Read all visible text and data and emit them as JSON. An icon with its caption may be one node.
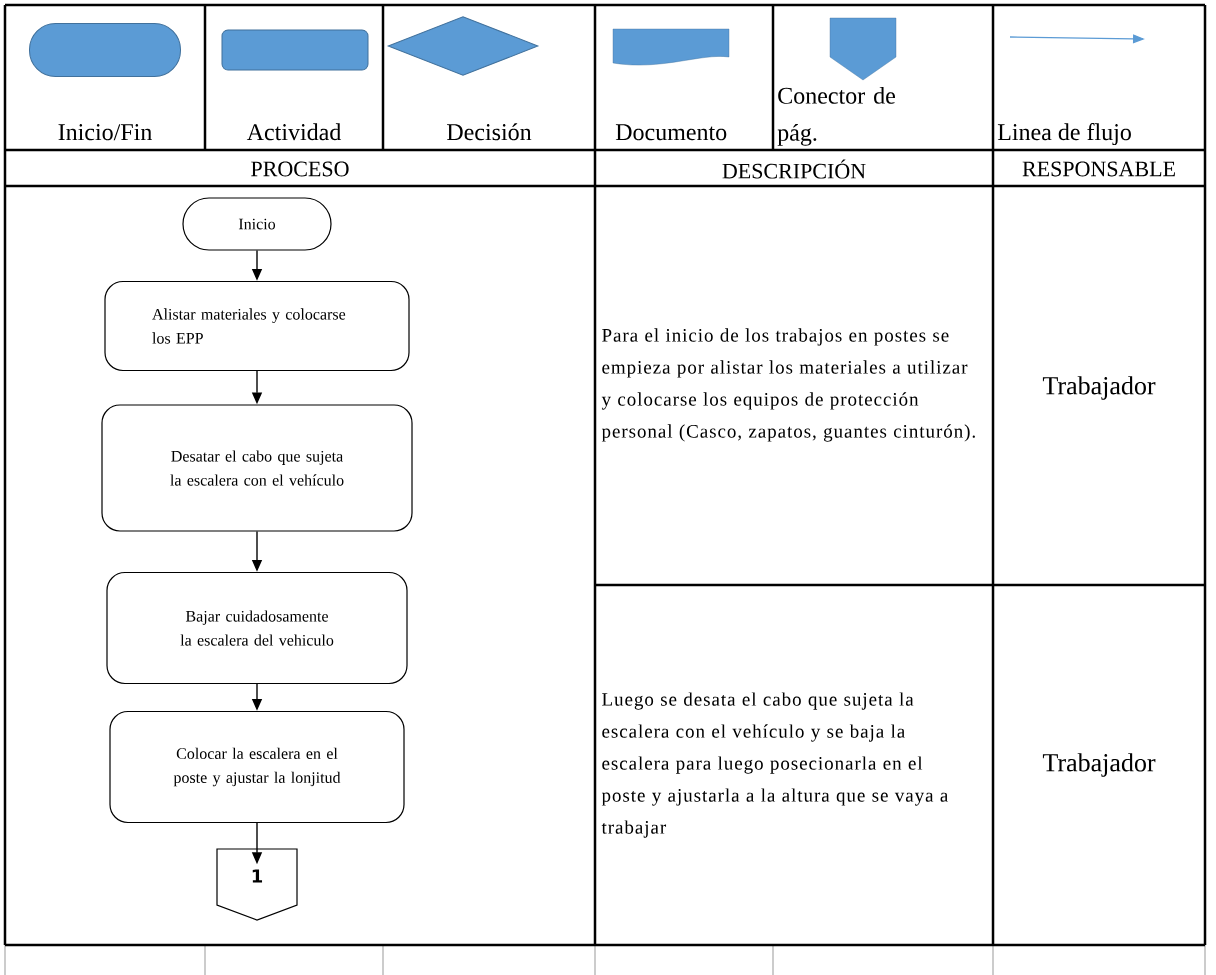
{
  "diagram": {
    "nodes": [
      {
        "text": [],
        "shape": "box"
      },
      {
        "text": [],
        "shape": "box"
      },
      {
        "text": [],
        "shape": "diamond"
      },
      {
        "text": [],
        "shape": "document"
      },
      {
        "text": [],
        "shape": "pentagon"
      },
      {
        "text": [
          "Inicio"
        ]
      },
      {
        "text": [
          "Alistar materiales y colocarse los EPP"
        ]
      },
      {
        "text": [
          "Desatar el cabo que sujeta la escalera con el vehículo"
        ]
      },
      {
        "text": [
          "Bajar cuidadosamente la escalera del vehiculo"
        ]
      },
      {
        "text": [
          "Colocar la escalera en el poste y ajustar la lonjitud"
        ]
      },
      {
        "text": [
          "1"
        ]
      }
    ],
    "edges": [
      {
        "from": 5,
        "to": 6,
        "arrow": "to"
      },
      {
        "from": 6,
        "to": 7,
        "arrow": "to"
      },
      {
        "from": 7,
        "to": 8,
        "arrow": "to"
      },
      {
        "from": 8,
        "to": 9,
        "arrow": "to"
      },
      {
        "from": 9,
        "to": 10,
        "arrow": "to"
      }
    ],
    "labels": [
      "PROCESO",
      "DESCRIPCIÓN",
      "RESPONSABLE",
      "Para el inicio de los trabajos en postes se empieza por alistar los materiales a utilizar y colocarse los equipos de protección personal (Casco, zapatos, guantes cinturón).",
      "Trabajador",
      "Luego se desata el cabo que sujeta la escalera con el vehículo y se baja la escalera para luego posecionarla en el poste y ajustarla a la altura que se vaya a trabajar",
      "Trabajador"
    ],
    "legend": [
      {
        "text": "Inicio/Fin"
      },
      {
        "text": "Actividad"
      },
      {
        "text": "Decisión"
      },
      {
        "text": "Documento"
      },
      {
        "text": "Conector de pág."
      },
      {
        "text": "Linea de flujo"
      }
    ]
  }
}
